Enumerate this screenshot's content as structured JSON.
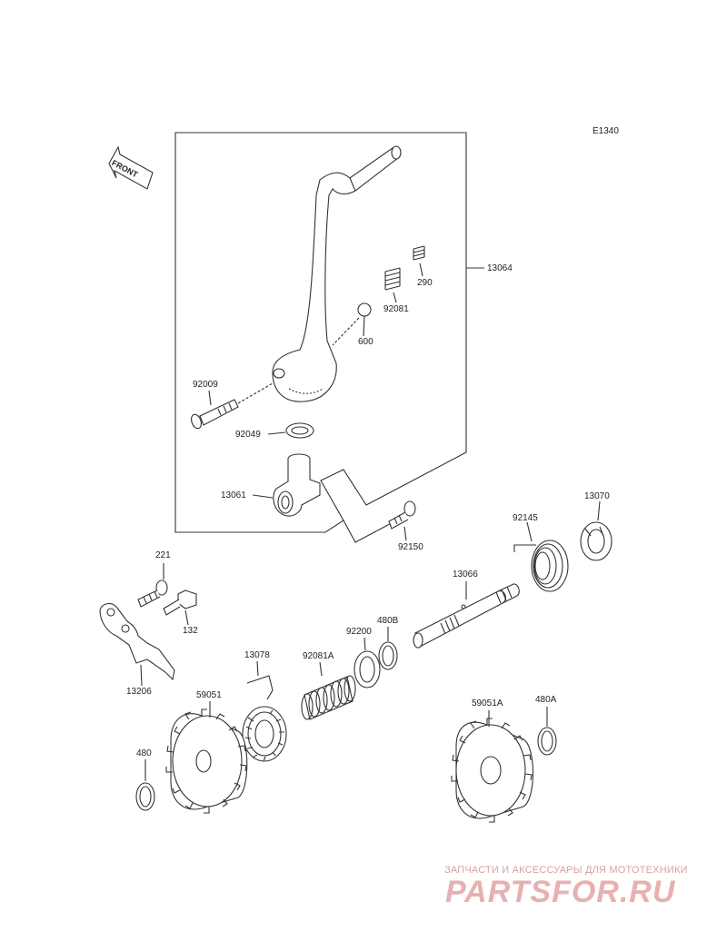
{
  "diagram_code": "E1340",
  "front_label": "FRONT",
  "parts": [
    {
      "id": "13064"
    },
    {
      "id": "290"
    },
    {
      "id": "92081"
    },
    {
      "id": "600"
    },
    {
      "id": "92009"
    },
    {
      "id": "92049"
    },
    {
      "id": "13061"
    },
    {
      "id": "92150"
    },
    {
      "id": "92145"
    },
    {
      "id": "13070"
    },
    {
      "id": "221"
    },
    {
      "id": "132"
    },
    {
      "id": "13206"
    },
    {
      "id": "13066"
    },
    {
      "id": "480B"
    },
    {
      "id": "92200"
    },
    {
      "id": "92081A"
    },
    {
      "id": "13078"
    },
    {
      "id": "59051"
    },
    {
      "id": "480"
    },
    {
      "id": "59051A"
    },
    {
      "id": "480A"
    }
  ],
  "watermark": {
    "tagline": "ЗАПЧАСТИ И АКСЕССУАРЫ ДЛЯ МОТОТЕХНИКИ",
    "brand": "PARTSFOR.RU",
    "color": "#e8b0b0"
  },
  "line_color": "#333333"
}
